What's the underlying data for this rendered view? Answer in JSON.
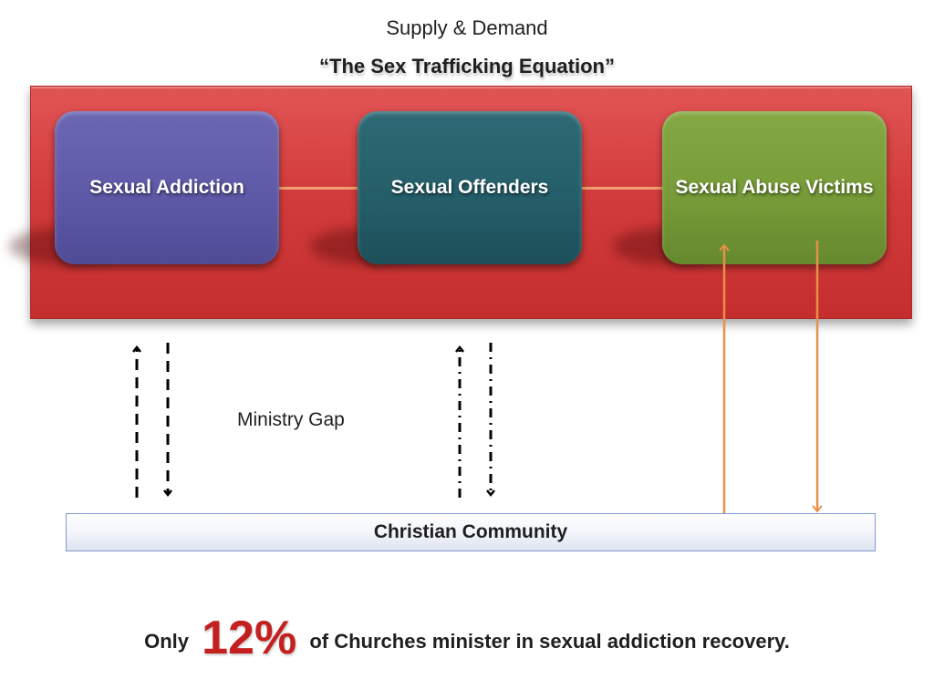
{
  "title": "Supply & Demand",
  "subtitle": "“The Sex Trafficking Equation”",
  "nodes": {
    "addiction": "Sexual Addiction",
    "offenders": "Sexual Offenders",
    "victims": "Sexual Abuse Victims"
  },
  "ministry_gap_label": "Ministry Gap",
  "community_label": "Christian Community",
  "footer": {
    "prefix": "Only",
    "highlight": "12%",
    "suffix": "of Churches minister in sexual addiction recovery."
  },
  "colors": {
    "panel": "#d33c3c",
    "addiction": "#5c58a5",
    "offenders": "#245d68",
    "victims": "#759a37",
    "connector": "#f0a070",
    "highlight": "#c52020"
  }
}
